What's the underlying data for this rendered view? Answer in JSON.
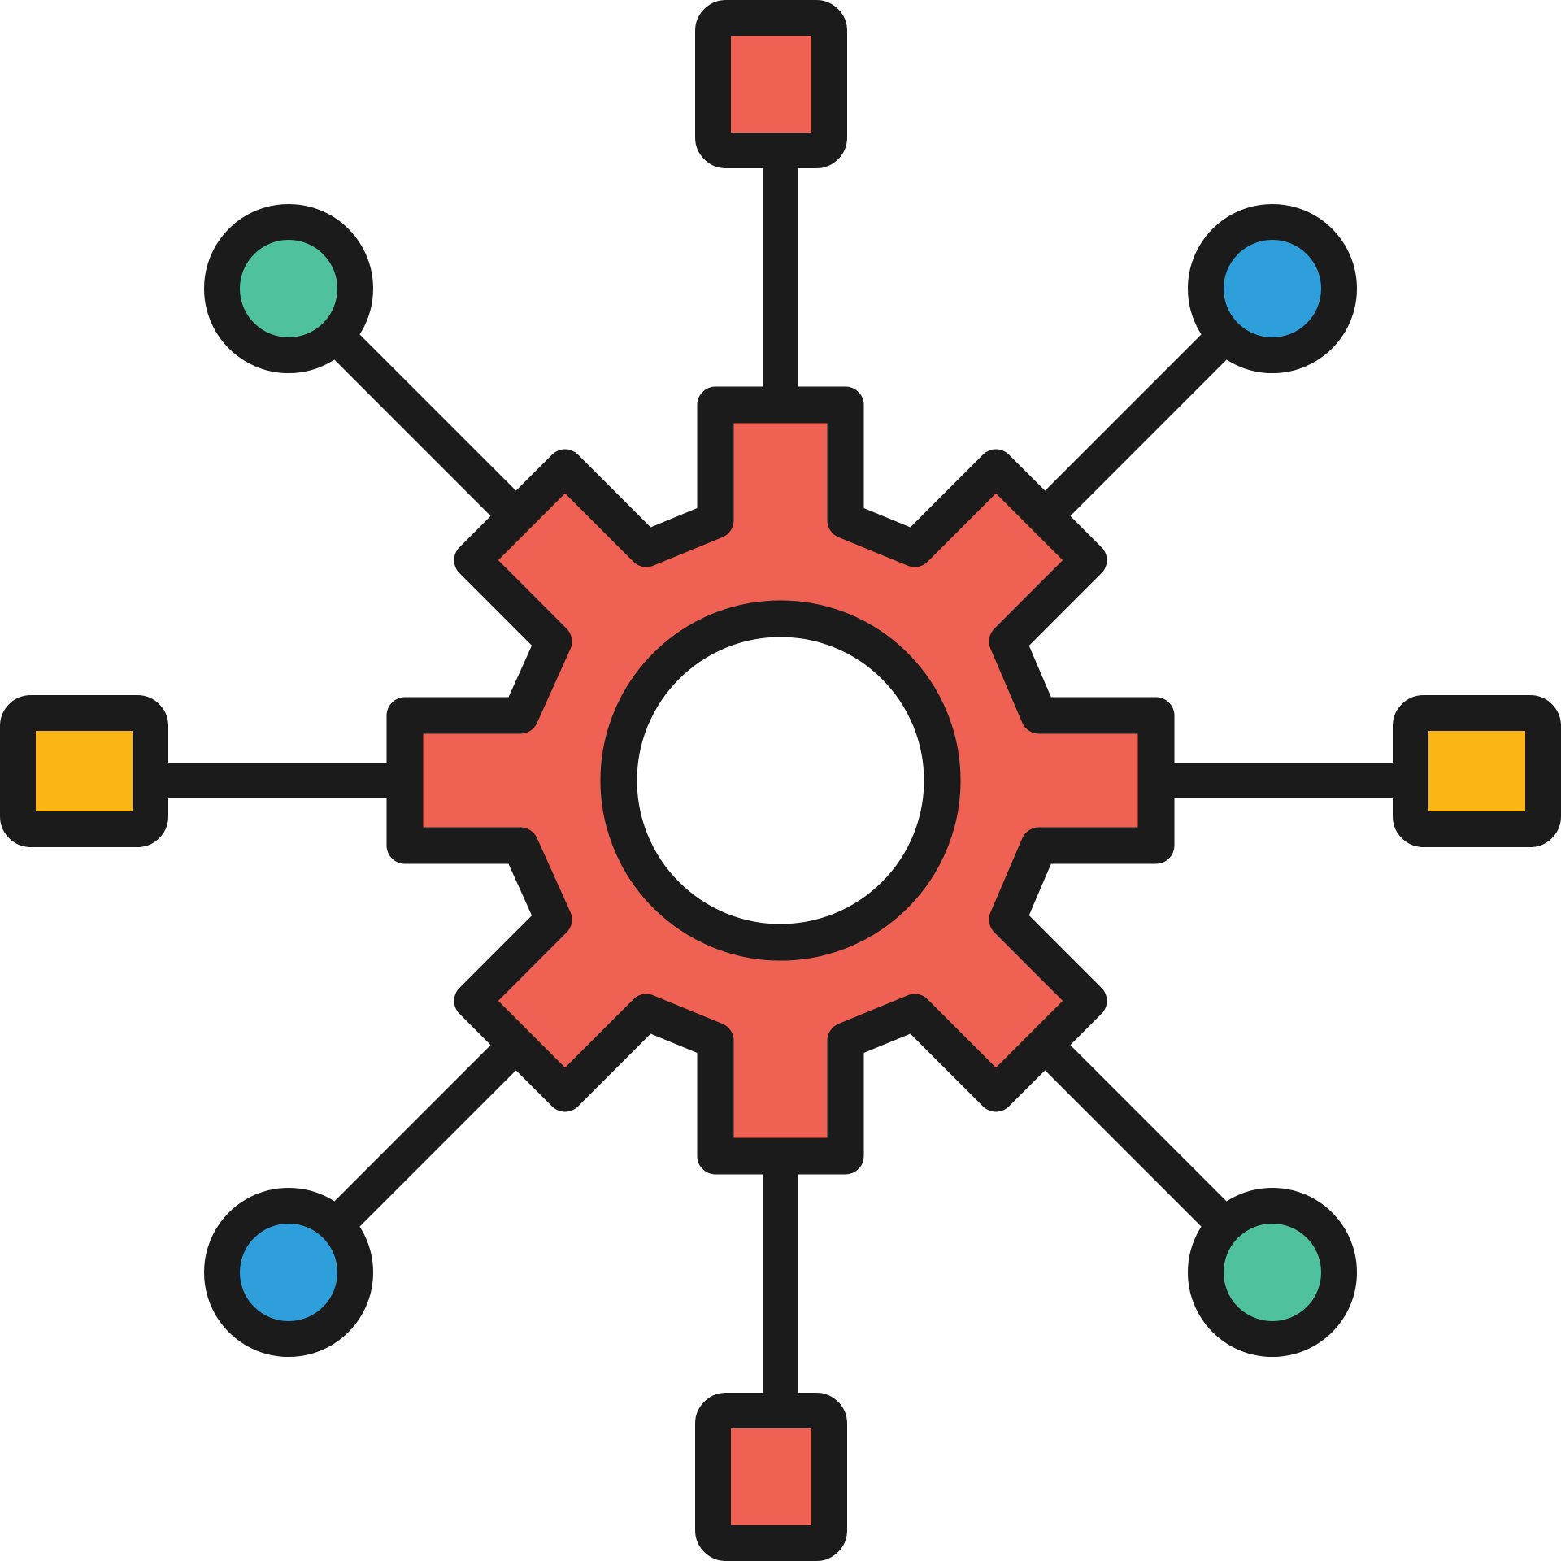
{
  "icon": {
    "name": "gear-network-icon",
    "colors": {
      "outline": "#1b1b1b",
      "gear": "#ef6153",
      "gear_hole": "#ffffff",
      "square_vertical": "#ef6153",
      "square_horizontal": "#fbb615",
      "circle_green": "#50c19f",
      "circle_blue": "#2e9fda"
    },
    "nodes": [
      {
        "id": "top",
        "shape": "square",
        "color": "square_vertical"
      },
      {
        "id": "bottom",
        "shape": "square",
        "color": "square_vertical"
      },
      {
        "id": "left",
        "shape": "square",
        "color": "square_horizontal"
      },
      {
        "id": "right",
        "shape": "square",
        "color": "square_horizontal"
      },
      {
        "id": "top-left",
        "shape": "circle",
        "color": "circle_green"
      },
      {
        "id": "top-right",
        "shape": "circle",
        "color": "circle_blue"
      },
      {
        "id": "bottom-left",
        "shape": "circle",
        "color": "circle_blue"
      },
      {
        "id": "bottom-right",
        "shape": "circle",
        "color": "circle_green"
      }
    ]
  }
}
